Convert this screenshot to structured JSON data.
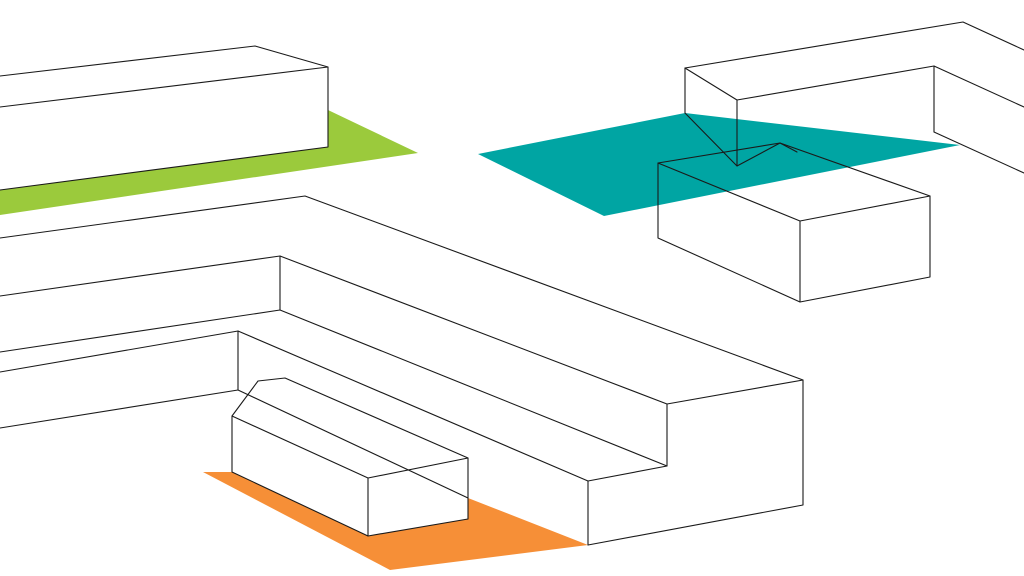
{
  "colors": {
    "background": "#ffffff",
    "outline": "#1a1a1a",
    "footprint_green": "#9bca3c",
    "footprint_teal": "#00a5a3",
    "footprint_orange": "#f68f37"
  },
  "footprints": [
    {
      "name": "green-footprint",
      "color_key": "footprint_green"
    },
    {
      "name": "teal-footprint",
      "color_key": "footprint_teal"
    },
    {
      "name": "orange-footprint",
      "color_key": "footprint_orange"
    }
  ],
  "blocks": [
    {
      "name": "top-left-bar-block"
    },
    {
      "name": "top-right-l-block"
    },
    {
      "name": "right-small-block"
    },
    {
      "name": "large-stepped-block"
    },
    {
      "name": "front-small-block"
    }
  ]
}
